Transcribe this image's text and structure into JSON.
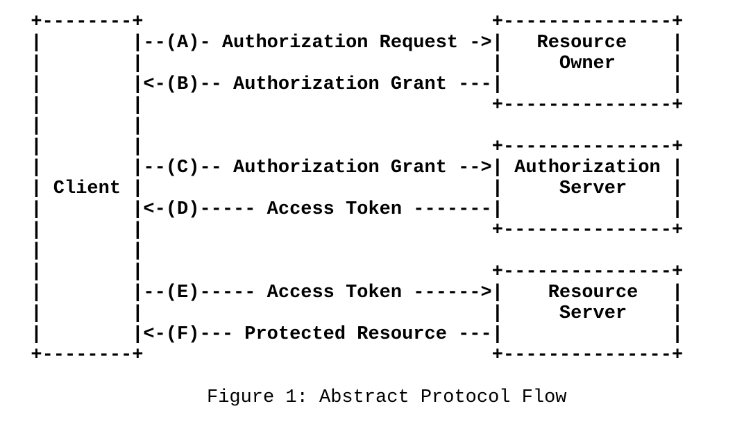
{
  "colors": {
    "background": "#ffffff",
    "text": "#000000"
  },
  "figure": {
    "caption": "Figure 1: Abstract Protocol Flow"
  },
  "diagram": {
    "actors": [
      "Client",
      "Resource Owner",
      "Authorization Server",
      "Resource Server"
    ],
    "flows": [
      {
        "step": "A",
        "from": "Client",
        "to": "Resource Owner",
        "direction": "right",
        "label": "Authorization Request",
        "ascii": "--(A)- Authorization Request ->"
      },
      {
        "step": "B",
        "from": "Resource Owner",
        "to": "Client",
        "direction": "left",
        "label": "Authorization Grant",
        "ascii": "<-(B)-- Authorization Grant ---"
      },
      {
        "step": "C",
        "from": "Client",
        "to": "Authorization Server",
        "direction": "right",
        "label": "Authorization Grant",
        "ascii": "--(C)-- Authorization Grant -->"
      },
      {
        "step": "D",
        "from": "Authorization Server",
        "to": "Client",
        "direction": "left",
        "label": "Access Token",
        "ascii": "<-(D)----- Access Token -------"
      },
      {
        "step": "E",
        "from": "Client",
        "to": "Resource Server",
        "direction": "right",
        "label": "Access Token",
        "ascii": "--(E)----- Access Token ------>"
      },
      {
        "step": "F",
        "from": "Resource Server",
        "to": "Client",
        "direction": "left",
        "label": "Protected Resource",
        "ascii": "<-(F)--- Protected Resource ---"
      }
    ],
    "lines": [
      "  +--------+                               +---------------+",
      "  |        |--(A)- Authorization Request ->|   Resource    |",
      "  |        |                               |     Owner     |",
      "  |        |<-(B)-- Authorization Grant ---|               |",
      "  |        |                               +---------------+",
      "  |        |",
      "  |        |                               +---------------+",
      "  |        |--(C)-- Authorization Grant -->| Authorization |",
      "  | Client |                               |     Server    |",
      "  |        |<-(D)----- Access Token -------|               |",
      "  |        |                               +---------------+",
      "  |        |",
      "  |        |                               +---------------+",
      "  |        |--(E)----- Access Token ------>|    Resource   |",
      "  |        |                               |     Server    |",
      "  |        |<-(F)--- Protected Resource ---|               |",
      "  +--------+                               +---------------+"
    ]
  }
}
